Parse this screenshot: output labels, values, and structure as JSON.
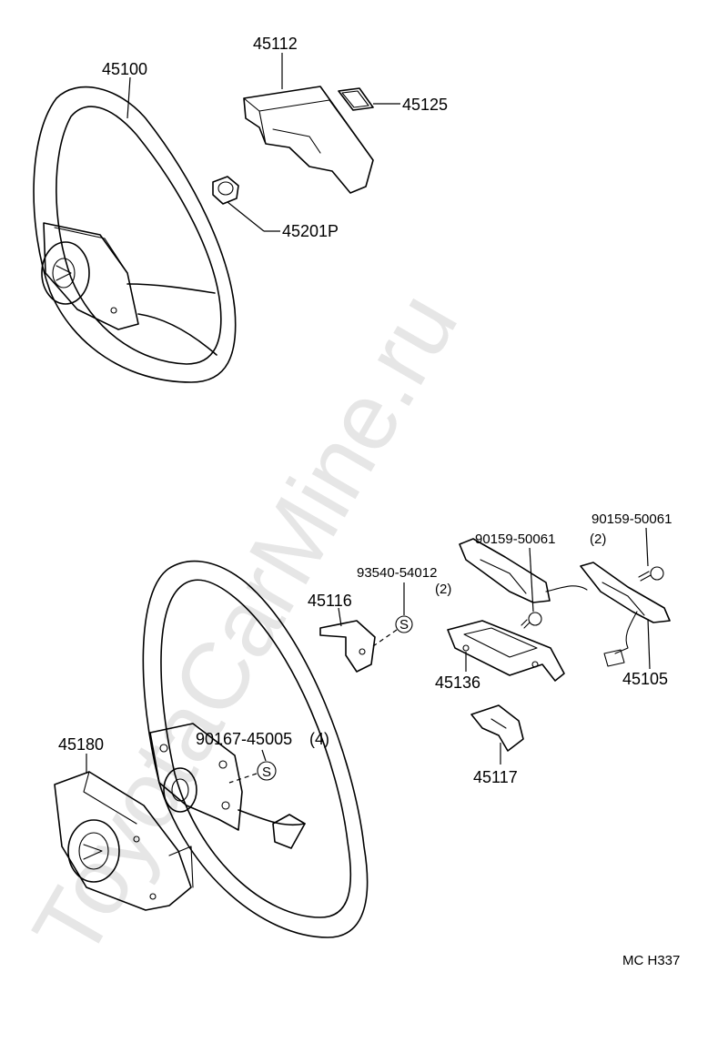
{
  "watermark": "ToyotaCarMine.ru",
  "parts": {
    "p45100": "45100",
    "p45112": "45112",
    "p45125": "45125",
    "p45201p": "45201P",
    "p45116": "45116",
    "p93540": "93540-54012",
    "p93540_qty": "(2)",
    "p90159a": "90159-50061",
    "p90159a_qty": "(2)",
    "p90159b": "90159-50061",
    "p45136": "45136",
    "p45105": "45105",
    "p45117": "45117",
    "p45180": "45180",
    "p90167": "90167-45005",
    "p90167_qty": "(4)"
  },
  "symbols": {
    "s_marker": "S"
  },
  "diagram_code": "MC H337"
}
